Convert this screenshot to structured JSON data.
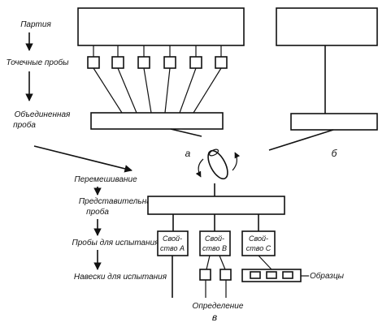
{
  "left_flow": {
    "lot": "Партия",
    "spot_samples": "Точечные пробы",
    "combined_sample_line1": "Объединенная",
    "combined_sample_line2": "проба",
    "mixing": "Перемешивание",
    "representative_line1": "Представительная",
    "representative_line2": "проба",
    "test_samples": "Пробы для испытания",
    "test_portions": "Навески для испытания"
  },
  "panel_labels": {
    "a": "а",
    "b": "б",
    "c": "в"
  },
  "properties": {
    "a_line1": "Свой-",
    "a_line2": "ство А",
    "b_line1": "Свой-",
    "b_line2": "ство В",
    "c_line1": "Свой-",
    "c_line2": "ство С"
  },
  "specimens_label": "Образцы",
  "determination_label": "Определение",
  "colors": {
    "ink": "#111111",
    "background": "#ffffff"
  }
}
